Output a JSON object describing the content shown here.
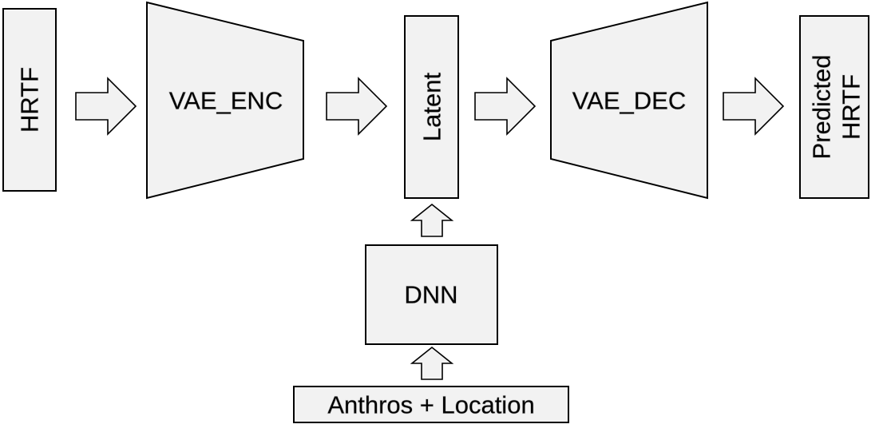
{
  "nodes": {
    "hrtf_input": "HRTF",
    "vae_enc": "VAE_ENC",
    "latent": "Latent",
    "vae_dec": "VAE_DEC",
    "predicted_line1": "Predicted",
    "predicted_line2": "HRTF",
    "dnn": "DNN",
    "anthros_location": "Anthros + Location"
  },
  "colors": {
    "box_fill": "#f2f2f2",
    "outline": "#000000"
  }
}
